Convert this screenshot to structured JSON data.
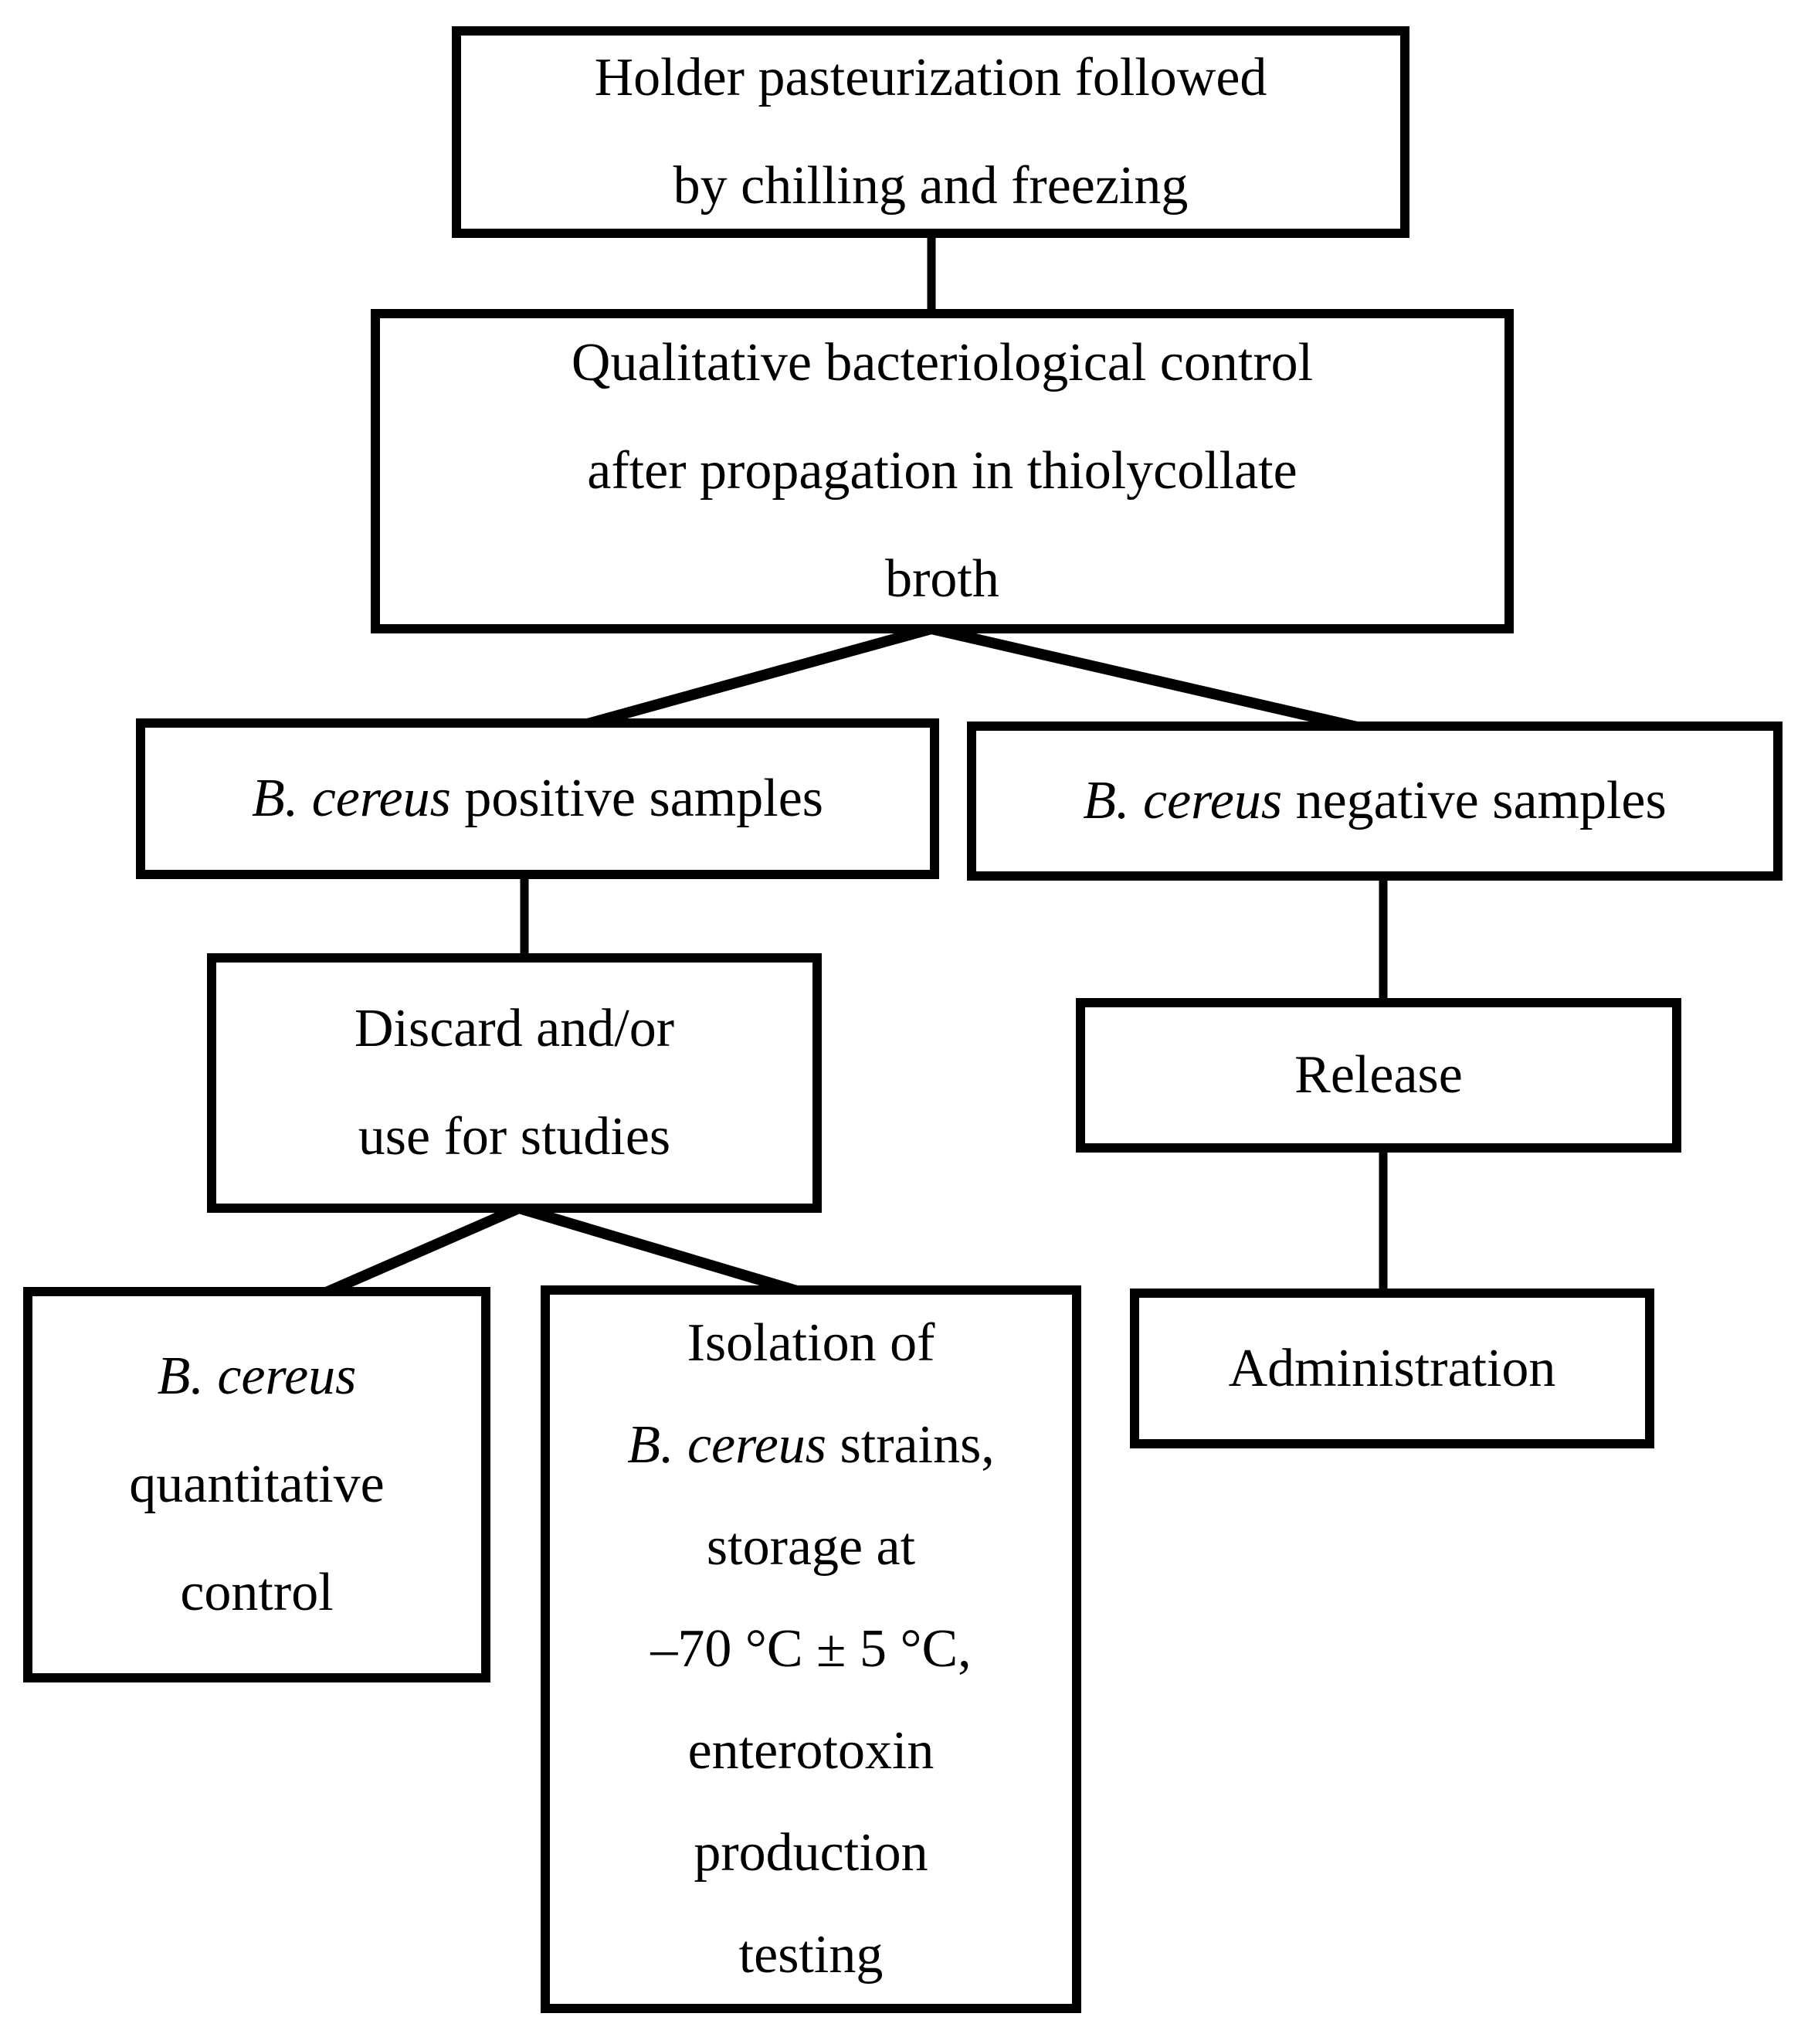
{
  "figure": {
    "type": "flowchart",
    "background_color": "#ffffff",
    "line_color": "#000000",
    "boxes": {
      "holder": {
        "lines": [
          [
            {
              "t": "Holder pasteurization followed"
            }
          ],
          [
            {
              "t": "by chilling and freezing"
            }
          ]
        ]
      },
      "qualitative": {
        "lines": [
          [
            {
              "t": "Qualitative bacteriological control"
            }
          ],
          [
            {
              "t": "after propagation in thiolycollate"
            }
          ],
          [
            {
              "t": "broth"
            }
          ]
        ]
      },
      "positive": {
        "lines": [
          [
            {
              "t": "B. cereus",
              "i": true
            },
            {
              "t": " positive samples"
            }
          ]
        ]
      },
      "negative": {
        "lines": [
          [
            {
              "t": "B. cereus",
              "i": true
            },
            {
              "t": " negative samples"
            }
          ]
        ]
      },
      "discard": {
        "lines": [
          [
            {
              "t": "Discard and/or"
            }
          ],
          [
            {
              "t": "use for studies"
            }
          ]
        ]
      },
      "release": {
        "lines": [
          [
            {
              "t": "Release"
            }
          ]
        ]
      },
      "quantitative": {
        "lines": [
          [
            {
              "t": "B. cereus",
              "i": true
            }
          ],
          [
            {
              "t": "quantitative"
            }
          ],
          [
            {
              "t": "control"
            }
          ]
        ]
      },
      "isolation": {
        "lines": [
          [
            {
              "t": "Isolation of"
            }
          ],
          [
            {
              "t": "B. cereus",
              "i": true
            },
            {
              "t": " strains,"
            }
          ],
          [
            {
              "t": "storage at"
            }
          ],
          [
            {
              "t": "–70 °C ± 5 °C,"
            }
          ],
          [
            {
              "t": "enterotoxin"
            }
          ],
          [
            {
              "t": "production"
            }
          ],
          [
            {
              "t": "testing"
            }
          ]
        ]
      },
      "administration": {
        "lines": [
          [
            {
              "t": "Administration"
            }
          ]
        ]
      }
    },
    "edges": [
      {
        "from": "holder",
        "to": "qualitative"
      },
      {
        "from": "qualitative",
        "to": "positive"
      },
      {
        "from": "qualitative",
        "to": "negative"
      },
      {
        "from": "positive",
        "to": "discard"
      },
      {
        "from": "negative",
        "to": "release"
      },
      {
        "from": "discard",
        "to": "quantitative"
      },
      {
        "from": "discard",
        "to": "isolation"
      },
      {
        "from": "release",
        "to": "administration"
      }
    ]
  }
}
